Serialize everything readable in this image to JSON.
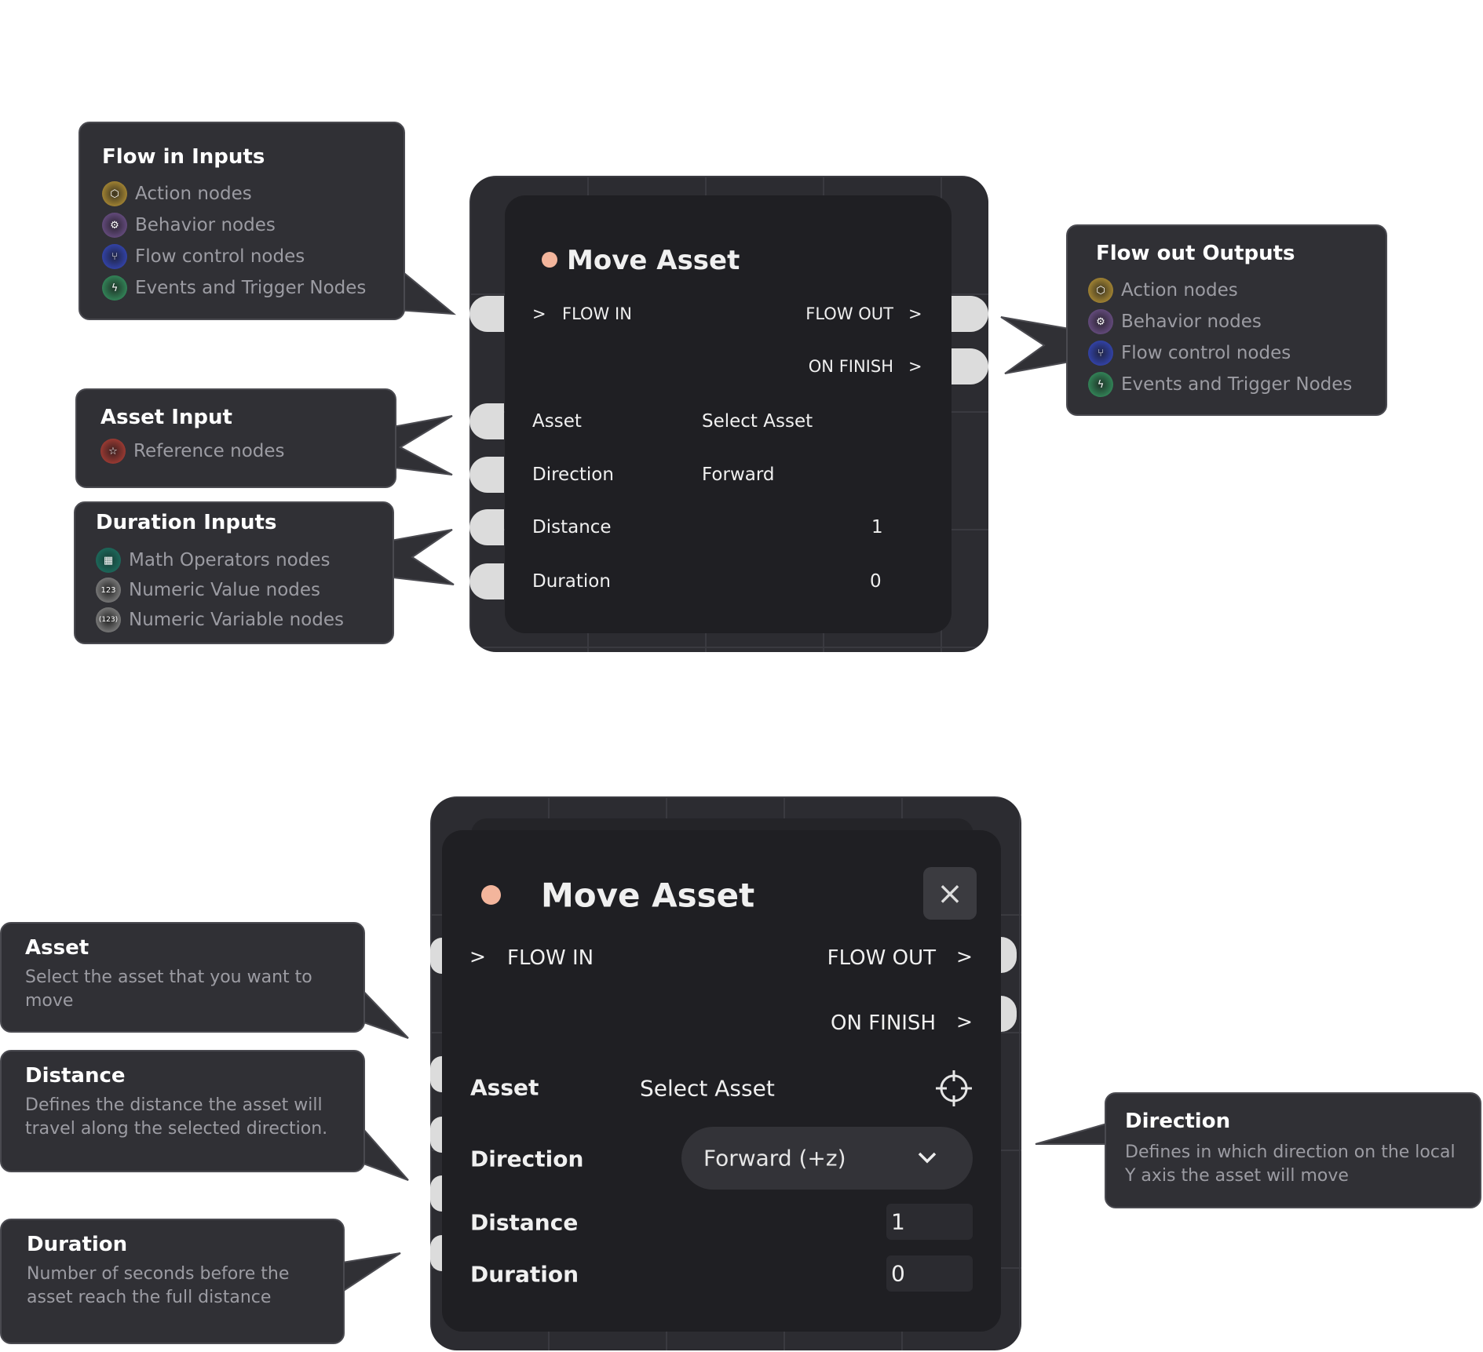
{
  "top": {
    "callout_flow_in": {
      "title": "Flow in Inputs",
      "items": [
        "Action nodes",
        "Behavior nodes",
        "Flow control nodes",
        "Events and Trigger Nodes"
      ]
    },
    "callout_asset": {
      "title": "Asset Input",
      "items": [
        "Reference nodes"
      ]
    },
    "callout_duration": {
      "title": "Duration Inputs",
      "items": [
        "Math Operators nodes",
        "Numeric Value nodes",
        "Numeric Variable nodes"
      ]
    },
    "callout_flow_out": {
      "title": "Flow out Outputs",
      "items": [
        "Action nodes",
        "Behavior nodes",
        "Flow control nodes",
        "Events and Trigger Nodes"
      ]
    },
    "node": {
      "title": "Move Asset",
      "chevron": ">",
      "flow_in": "FLOW IN",
      "flow_out": "FLOW OUT",
      "on_finish": "ON FINISH",
      "asset_label": "Asset",
      "asset_value": "Select Asset",
      "direction_label": "Direction",
      "direction_value": "Forward",
      "distance_label": "Distance",
      "distance_value": "1",
      "duration_label": "Duration",
      "duration_value": "0"
    }
  },
  "bottom": {
    "callout_asset": {
      "title": "Asset",
      "body": "Select the asset that you want to move"
    },
    "callout_distance": {
      "title": "Distance",
      "body": "Defines the distance the asset will travel along the selected direction."
    },
    "callout_duration": {
      "title": "Duration",
      "body": "Number of seconds before the asset reach the full distance"
    },
    "callout_direction": {
      "title": "Direction",
      "body": "Defines in which direction on the local Y axis the asset will move"
    },
    "node": {
      "title": "Move Asset",
      "close": "×",
      "chevron": ">",
      "flow_in": "FLOW IN",
      "flow_out": "FLOW OUT",
      "on_finish": "ON FINISH",
      "asset_label": "Asset",
      "asset_value": "Select Asset",
      "direction_label": "Direction",
      "direction_value": "Forward (+z)",
      "distance_label": "Distance",
      "distance_value": "1",
      "duration_label": "Duration",
      "duration_value": "0"
    }
  },
  "colors": {
    "action": "#c9a23a",
    "behavior": "#7a5a9a",
    "flow_control": "#3a4fd0",
    "events": "#3aa36a",
    "reference": "#c0443a",
    "math": "#1f7a6a",
    "numeric": "#6a6a6a",
    "status_dot": "#f3b59c"
  }
}
